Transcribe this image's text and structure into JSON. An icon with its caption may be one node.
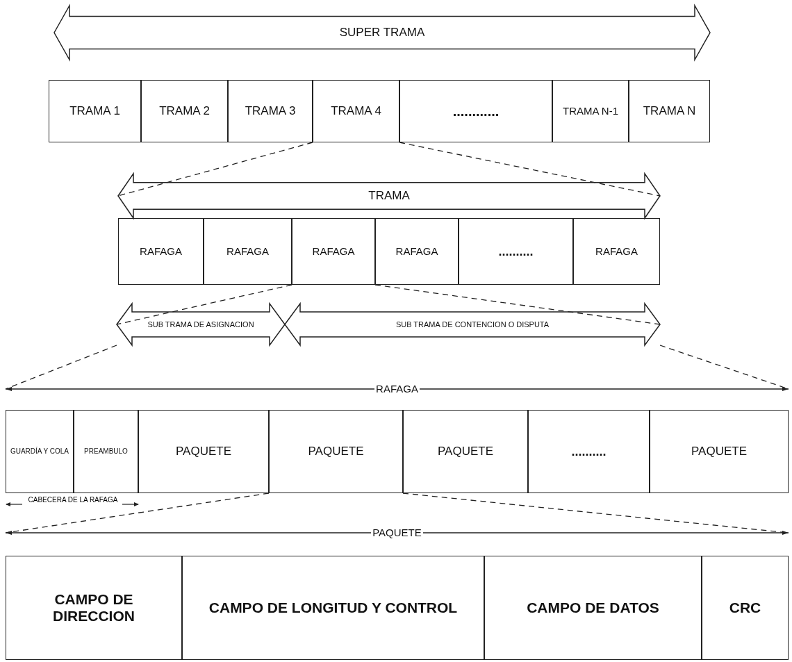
{
  "diagram": {
    "nodes": [
      {
        "text": [
          "SUPER TRAMA"
        ]
      },
      {
        "text": [
          "TRAMA 1"
        ]
      },
      {
        "text": [
          "TRAMA 2"
        ]
      },
      {
        "text": [
          "TRAMA 3"
        ]
      },
      {
        "text": [
          "TRAMA 4"
        ]
      },
      {
        "text": [
          "............"
        ]
      },
      {
        "text": [
          "TRAMA N-1"
        ]
      },
      {
        "text": [
          "TRAMA N"
        ]
      },
      {
        "text": [
          "TRAMA"
        ]
      },
      {
        "text": [
          "RAFAGA"
        ]
      },
      {
        "text": [
          "RAFAGA"
        ]
      },
      {
        "text": [
          "RAFAGA"
        ]
      },
      {
        "text": [
          "RAFAGA"
        ]
      },
      {
        "text": [
          ".........."
        ]
      },
      {
        "text": [
          "RAFAGA"
        ]
      },
      {
        "text": [
          "SUB TRAMA DE ASIGNACION"
        ]
      },
      {
        "text": [
          "SUB TRAMA DE CONTENCION O DISPUTA"
        ]
      },
      {
        "text": [
          "RAFAGA"
        ]
      },
      {
        "text": [
          "GUARDÍA Y COLA"
        ]
      },
      {
        "text": [
          "PREAMBULO"
        ]
      },
      {
        "text": [
          "PAQUETE"
        ]
      },
      {
        "text": [
          "PAQUETE"
        ]
      },
      {
        "text": [
          "PAQUETE"
        ]
      },
      {
        "text": [
          ".........."
        ]
      },
      {
        "text": [
          "PAQUETE"
        ]
      },
      {
        "text": [
          "PAQUETE"
        ]
      },
      {
        "text": [
          "CAMPO DE DIRECCION"
        ]
      },
      {
        "text": [
          "CAMPO DE LONGITUD Y CONTROL"
        ]
      },
      {
        "text": [
          "CAMPO DE DATOS"
        ]
      },
      {
        "text": [
          "CRC"
        ]
      }
    ],
    "edges": [
      {
        "from": 4,
        "to": 8,
        "arrow": "none",
        "style": "dashed"
      },
      {
        "from": 4,
        "to": 8,
        "arrow": "none",
        "style": "dashed"
      },
      {
        "from": 11,
        "to": 15,
        "arrow": "none",
        "style": "dashed"
      },
      {
        "from": 11,
        "to": 16,
        "arrow": "none",
        "style": "dashed"
      },
      {
        "from": 15,
        "to": 17,
        "arrow": "none",
        "style": "dashed"
      },
      {
        "from": 16,
        "to": 17,
        "arrow": "none",
        "style": "dashed"
      },
      {
        "from": 21,
        "to": 25,
        "arrow": "none",
        "style": "dashed"
      },
      {
        "from": 21,
        "to": 25,
        "arrow": "none",
        "style": "dashed"
      }
    ],
    "labels": [
      "CABECERA DE LA RAFAGA"
    ]
  }
}
